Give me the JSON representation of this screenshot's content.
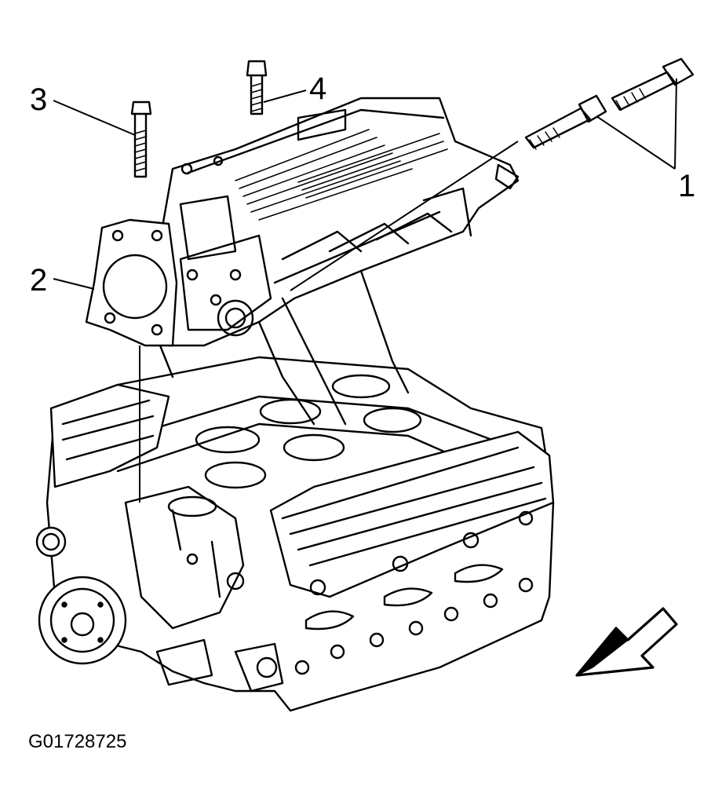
{
  "figure": {
    "id": "G01728725"
  },
  "callouts": [
    {
      "number": "1",
      "item": "bolt-pair"
    },
    {
      "number": "2",
      "item": "gasket-bracket"
    },
    {
      "number": "3",
      "item": "bolt"
    },
    {
      "number": "4",
      "item": "bolt"
    }
  ],
  "direction_arrow": {
    "icon": "front-direction-arrow-icon"
  },
  "colors": {
    "ink": "#000000",
    "paper": "#ffffff"
  }
}
